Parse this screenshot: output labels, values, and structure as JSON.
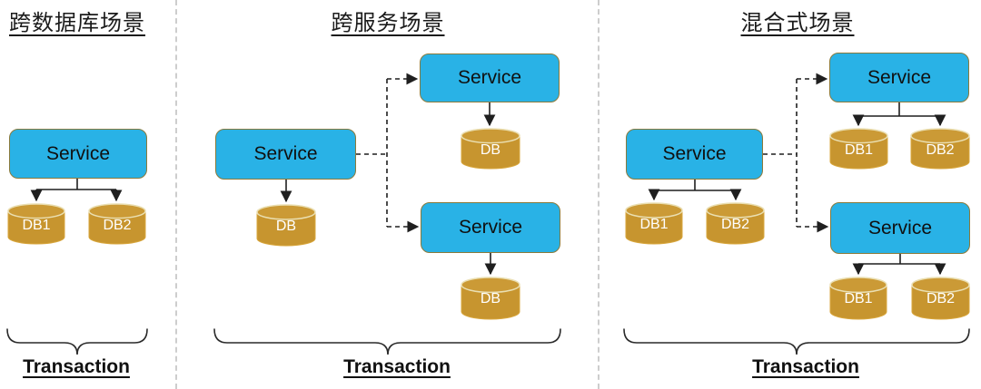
{
  "colors": {
    "service_fill": "#29B2E6",
    "service_border": "#8A7A3B",
    "db_fill": "#C7952F",
    "db_top_fill": "#CB9A36",
    "db_top_stroke": "#EADFB2",
    "db_body_stroke": "#D8A63C",
    "connector": "#1F1F1F",
    "divider": "#CDCDCD",
    "title_text": "#1B1B1B",
    "db_text": "#FFFFFF"
  },
  "sections": {
    "cross_database": {
      "title": "跨数据库场景",
      "service": "Service",
      "db1": "DB1",
      "db2": "DB2",
      "transaction": "Transaction"
    },
    "cross_service": {
      "title": "跨服务场景",
      "root_service": "Service",
      "root_db": "DB",
      "top_service": "Service",
      "top_db": "DB",
      "bottom_service": "Service",
      "bottom_db": "DB",
      "transaction": "Transaction"
    },
    "hybrid": {
      "title": "混合式场景",
      "root_service": "Service",
      "root_db1": "DB1",
      "root_db2": "DB2",
      "top_service": "Service",
      "top_db1": "DB1",
      "top_db2": "DB2",
      "bottom_service": "Service",
      "bottom_db1": "DB1",
      "bottom_db2": "DB2",
      "transaction": "Transaction"
    }
  }
}
